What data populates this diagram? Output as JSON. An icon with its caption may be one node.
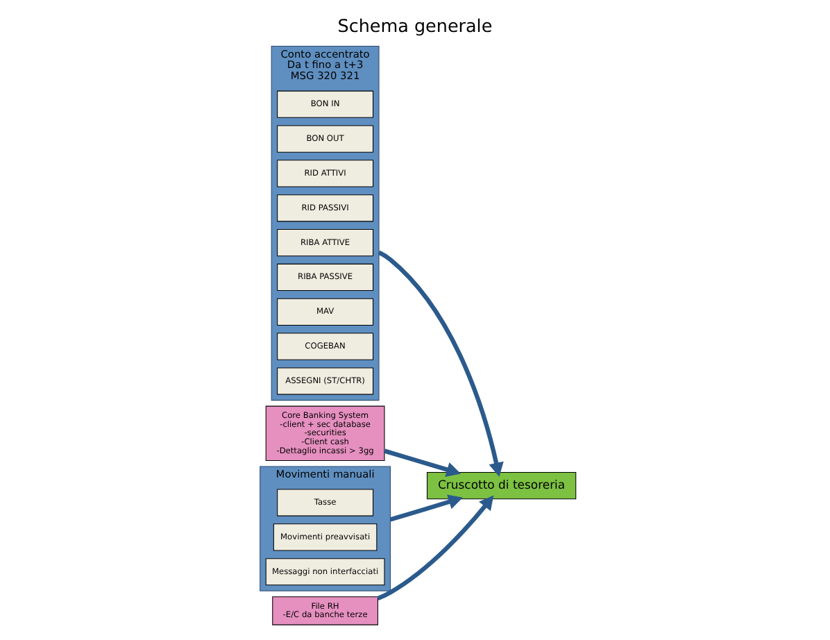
{
  "diagram": {
    "title": "Schema generale",
    "nodes": [
      {
        "text": [
          "Conto accentrato",
          "Da t fino a t+3",
          "MSG 320 321"
        ]
      },
      {
        "text": [
          "BON IN"
        ],
        "in": 0
      },
      {
        "text": [
          "BON OUT"
        ],
        "in": 0
      },
      {
        "text": [
          "RID ATTIVI"
        ],
        "in": 0
      },
      {
        "text": [
          "RID PASSIVI"
        ],
        "in": 0
      },
      {
        "text": [
          "RIBA ATTIVE"
        ],
        "in": 0
      },
      {
        "text": [
          "RIBA PASSIVE"
        ],
        "in": 0
      },
      {
        "text": [
          "MAV"
        ],
        "in": 0
      },
      {
        "text": [
          "COGEBAN"
        ],
        "in": 0
      },
      {
        "text": [
          "ASSEGNI (ST/CHTR)"
        ],
        "in": 0
      },
      {
        "text": [
          "Core Banking System",
          "-client + sec database",
          "-securities",
          "-Client cash",
          "-Dettaglio incassi > 3gg"
        ]
      },
      {
        "text": [
          "Cruscotto di tesoreria"
        ]
      },
      {
        "text": [
          "Movimenti manuali"
        ]
      },
      {
        "text": [
          "Tasse"
        ],
        "in": 12
      },
      {
        "text": [
          "Movimenti preavvisati"
        ],
        "in": 12
      },
      {
        "text": [
          "Messaggi non interfacciati"
        ],
        "in": 12
      },
      {
        "text": [
          "File RH",
          "-E/C da banche terze"
        ]
      }
    ],
    "edges": [
      {
        "from": 0,
        "to": 11,
        "arrow": "to"
      },
      {
        "from": 10,
        "to": 11,
        "arrow": "to"
      },
      {
        "from": 12,
        "to": 11,
        "arrow": "to"
      },
      {
        "from": 16,
        "to": 11,
        "arrow": "to"
      }
    ]
  }
}
